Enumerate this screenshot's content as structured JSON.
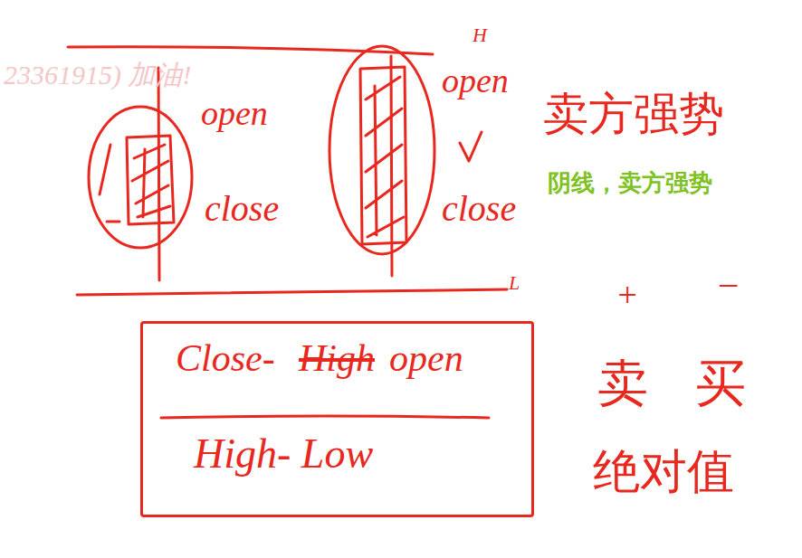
{
  "diagram": {
    "nodes": [
      {
        "text": [
          "Close-",
          "High",
          "open",
          "High- Low"
        ]
      }
    ],
    "labels": [
      "23361915) 加油!",
      "H",
      "open",
      "close",
      "open",
      "close",
      "L",
      "卖方强势",
      "阴线，卖方强势",
      "+",
      "−",
      "卖",
      "买",
      "绝对值"
    ]
  }
}
